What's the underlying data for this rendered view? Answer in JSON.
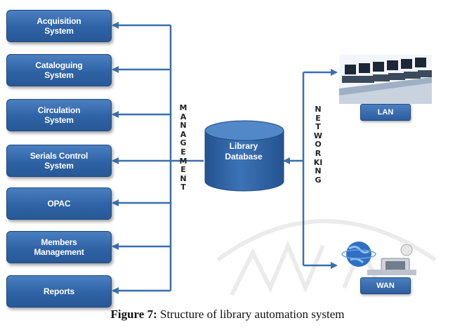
{
  "figure": {
    "number": "Figure 7:",
    "title": "Structure of library automation system"
  },
  "modules": [
    {
      "label": "Acquisition\nSystem"
    },
    {
      "label": "Cataloguing\nSystem"
    },
    {
      "label": "Circulation\nSystem"
    },
    {
      "label": "Serials Control\nSystem"
    },
    {
      "label": "OPAC"
    },
    {
      "label": "Members\nManagement"
    },
    {
      "label": "Reports"
    }
  ],
  "management_label": "MANAGEMENT",
  "networking_label": "NETWORKING",
  "database_label": "Library\nDatabase",
  "networks": [
    {
      "label": "LAN"
    },
    {
      "label": "WAN"
    }
  ],
  "colors": {
    "module_fill": "#2f63a6",
    "arrow": "#3a6fb0",
    "text": "#ffffff"
  }
}
